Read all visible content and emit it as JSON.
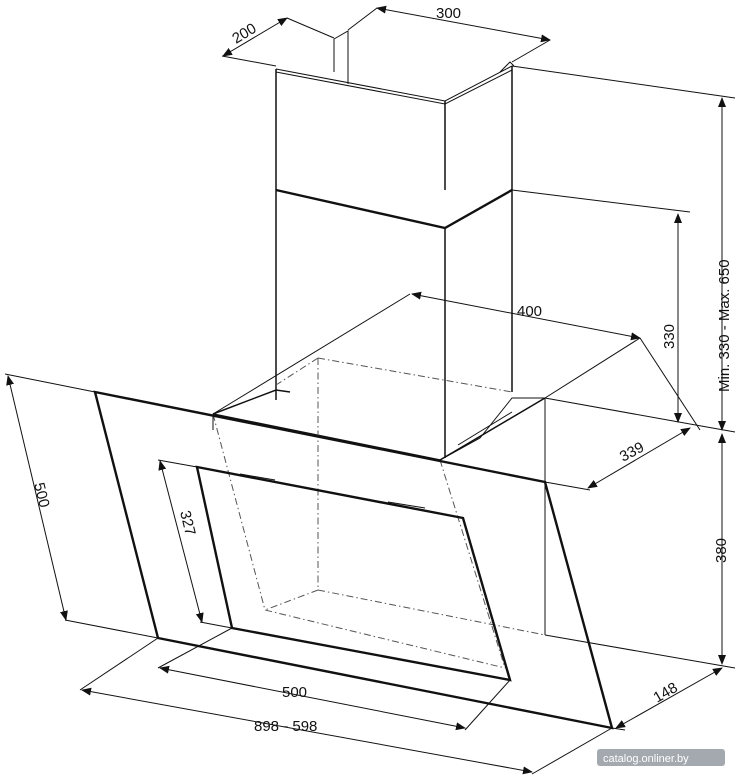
{
  "dimensions": {
    "chimney_depth": "200",
    "chimney_width": "300",
    "glass_width_top": "400",
    "upper_height": "330",
    "height_range": "Min. 330 - Max. 650",
    "projection_top": "339",
    "lower_height": "380",
    "glass_height": "500",
    "inner_height": "327",
    "inner_width": "500",
    "overall_width": "898  -  598",
    "base_depth": "148"
  },
  "watermark": "catalog.onliner.by"
}
